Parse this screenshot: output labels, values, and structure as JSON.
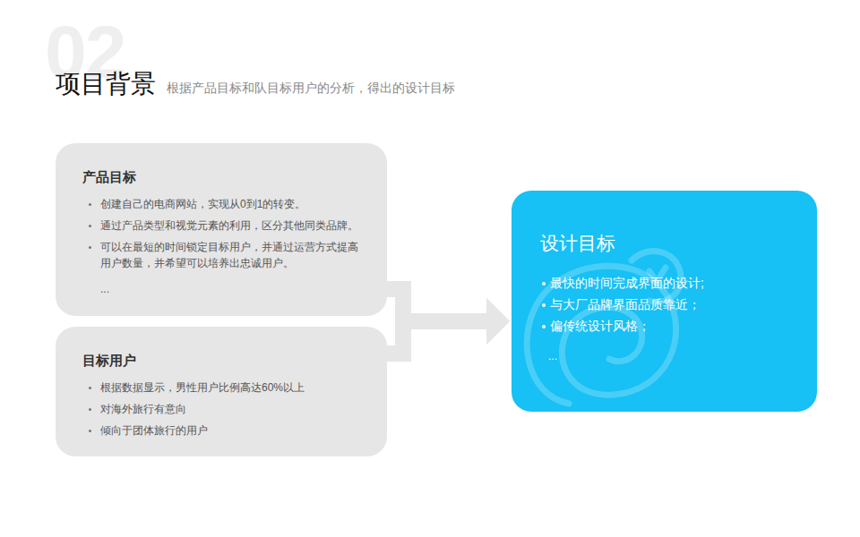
{
  "diagram": {
    "title": "项目背景",
    "nodes": [
      {
        "text": [
          "产品目标",
          "创建自己的电商网站，实现从0到1的转变。",
          "通过产品类型和视觉元素的利用，区分其他同类品牌。",
          "可以在最短的时间锁定目标用户，并通过运营方式提高用户数量，并希望可以培养出忠诚用户。",
          "..."
        ]
      },
      {
        "text": [
          "目标用户",
          "根据数据显示，男性用户比例高达60%以上",
          "对海外旅行有意向",
          "倾向于团体旅行的用户"
        ]
      },
      {
        "text": [
          "设计目标",
          "最快的时间完成界面的设计;",
          "与大厂品牌界面品质靠近；",
          "偏传统设计风格；",
          "..."
        ]
      }
    ],
    "edges": [
      {
        "from": 0,
        "to": 2,
        "arrow": "to"
      },
      {
        "from": 1,
        "to": 2,
        "arrow": "to"
      }
    ],
    "labels": [
      "02",
      "根据产品目标和队目标用户的分析，得出的设计目标"
    ]
  }
}
